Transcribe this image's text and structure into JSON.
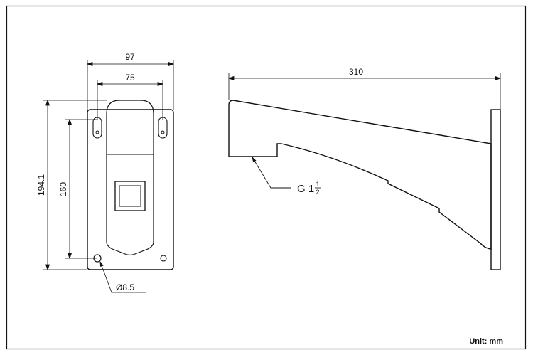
{
  "drawing": {
    "front_view": {
      "width_outer": "97",
      "width_holes": "75",
      "height_total": "194.1",
      "height_holes": "160",
      "hole_diameter": "Ø8.5"
    },
    "side_view": {
      "length": "310",
      "thread": {
        "prefix": "G 1",
        "numerator": "1",
        "denominator": "2"
      }
    },
    "unit_label": "Unit: mm"
  }
}
